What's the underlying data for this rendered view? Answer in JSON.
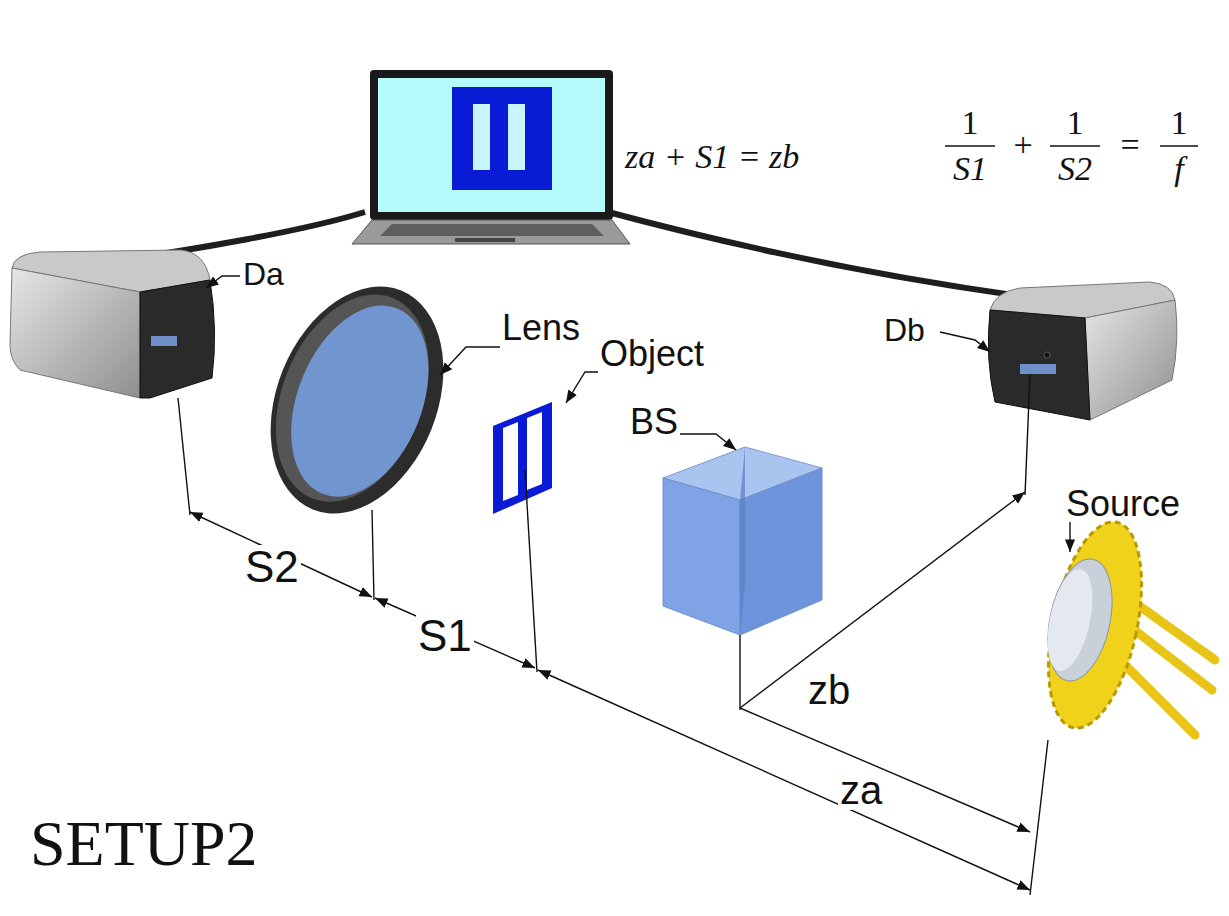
{
  "diagram": {
    "labels": [
      "Da",
      "Lens",
      "Object",
      "BS",
      "Db",
      "Source",
      "S2",
      "S1",
      "za",
      "zb",
      "za + S1 = zb",
      "1",
      "S1",
      "+",
      "1",
      "S2",
      "=",
      "1",
      "f",
      "SETUP2"
    ]
  }
}
